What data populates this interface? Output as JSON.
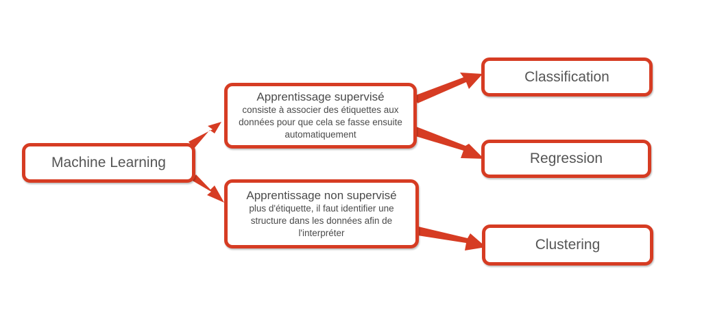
{
  "diagram": {
    "root": {
      "label": "Machine Learning"
    },
    "supervised": {
      "title": "Apprentissage supervisé",
      "description": "consiste à associer des étiquettes aux données pour que cela se fasse ensuite automatiquement"
    },
    "unsupervised": {
      "title": "Apprentissage non supervisé",
      "description": "plus d'étiquette, il faut identifier une structure dans les données afin de l'interpréter"
    },
    "leaves": {
      "classification": "Classification",
      "regression": "Regression",
      "clustering": "Clustering"
    },
    "colors": {
      "accent": "#d63c23",
      "text": "#555555",
      "background": "#ffffff"
    }
  }
}
